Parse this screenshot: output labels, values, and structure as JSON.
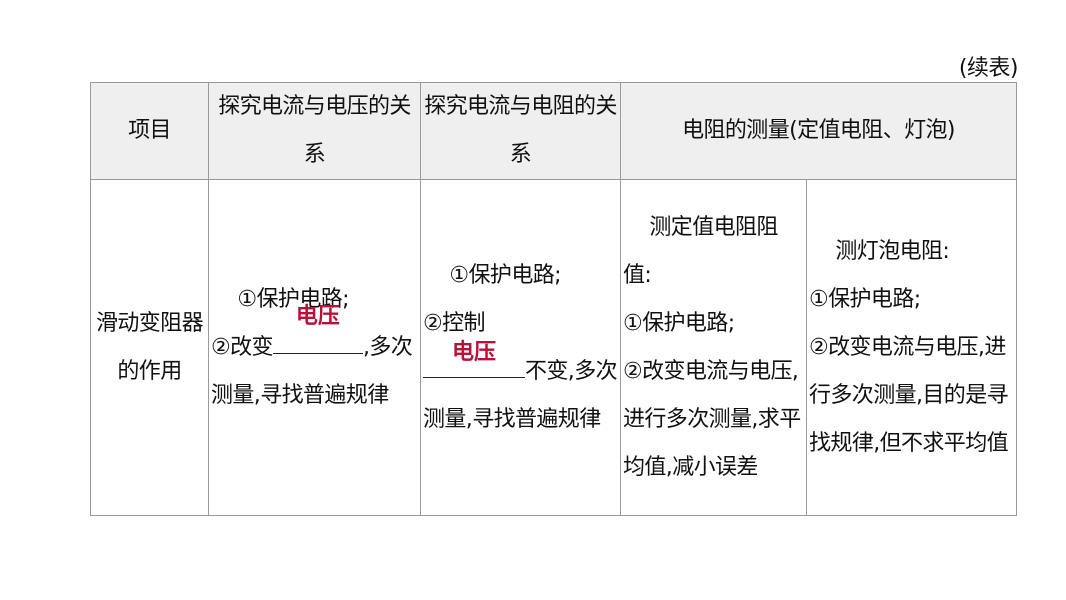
{
  "continued_label": "(续表)",
  "header": {
    "col1": "项目",
    "col2": "探究电流与电压的关系",
    "col3": "探究电流与电阻的关系",
    "col4": "电阻的测量(定值电阻、灯泡)"
  },
  "row": {
    "label": "滑动变阻器的作用",
    "voltage": {
      "line1": "①保护电路;",
      "prefix": "②改变",
      "answer": "电压",
      "suffix": ",多次测量,寻找普遍规律"
    },
    "resistance": {
      "line1": "①保护电路;",
      "prefix": "②控制",
      "answer": "电压",
      "suffix": "不变,多次测量,寻找普遍规律"
    },
    "fixed_resistor": "测定值电阻阻值:",
    "fixed_resistor_items": [
      "①保护电路;",
      "②改变电流与电压,进行多次测量,求平均值,减小误差"
    ],
    "bulb": "测灯泡电阻:",
    "bulb_items": [
      "①保护电路;",
      "②改变电流与电压,进行多次测量,目的是寻找规律,但不求平均值"
    ]
  }
}
